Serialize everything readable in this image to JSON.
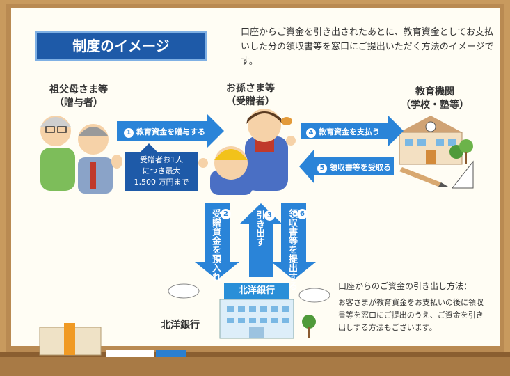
{
  "title": "制度のイメージ",
  "description": "口座からご資金を引き出されたあとに、教育資金としてお支払いした分の領収書等を窓口にご提出いただく方法のイメージです。",
  "donor": {
    "label": "祖父母さま等",
    "role": "（贈与者）"
  },
  "recipient": {
    "label": "お孫さま等",
    "role": "（受贈者）"
  },
  "institution": {
    "label": "教育機関",
    "role": "（学校・塾等）"
  },
  "arrows": {
    "a1": {
      "num": "1",
      "text": "教育資金を贈与する"
    },
    "a4": {
      "num": "4",
      "text": "教育資金を支払う"
    },
    "a5": {
      "num": "5",
      "text": "領収書等を受取る"
    },
    "a2": {
      "num": "2",
      "text": "受贈資金を預入れ"
    },
    "a3": {
      "num": "3",
      "text": "引き出す"
    },
    "a6": {
      "num": "6",
      "text": "領収書等を提出する"
    }
  },
  "limit": {
    "line1": "受贈者お1人",
    "line2": "につき最大",
    "line3": "1,500 万円まで"
  },
  "bank": {
    "sign": "北洋銀行",
    "label": "北洋銀行"
  },
  "note": {
    "title": "口座からのご資金の引き出し方法：",
    "body": "お客さまが教育資金をお支払いの後に領収書等を窓口にご提出のうえ、ご資金を引き出しする方法もございます。"
  },
  "colors": {
    "title_bg": "#1e5aa8",
    "arrow": "#2a84d8",
    "board": "#fffdf4",
    "frame": "#b98a52"
  }
}
